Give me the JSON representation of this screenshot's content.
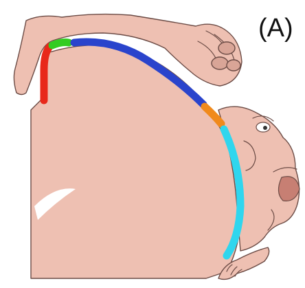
{
  "panel_label": "(A)",
  "colors": {
    "skin": "#eec0b2",
    "skin_shadow": "#d9a597",
    "outline": "#6b4b45",
    "background": "#ffffff"
  },
  "segments": [
    {
      "name": "red-segment",
      "color": "#e8281a"
    },
    {
      "name": "green-segment",
      "color": "#33cc22"
    },
    {
      "name": "blue-segment",
      "color": "#2a44cc"
    },
    {
      "name": "orange-segment",
      "color": "#f08a1c"
    },
    {
      "name": "cyan-segment",
      "color": "#2fd6ee"
    }
  ]
}
